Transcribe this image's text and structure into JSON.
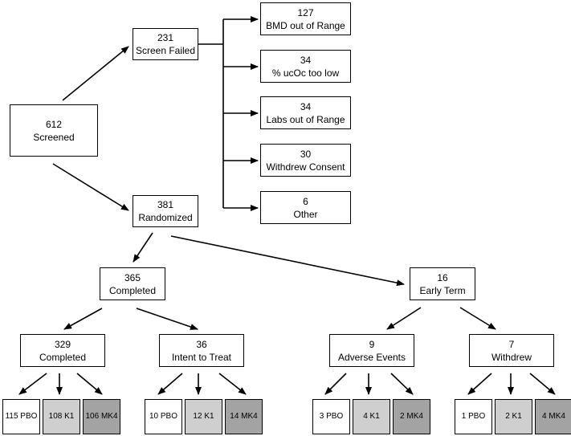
{
  "boxes": {
    "screened": {
      "number": "612",
      "label": "Screened"
    },
    "screen_failed": {
      "number": "231",
      "label": "Screen Failed"
    },
    "randomized": {
      "number": "381",
      "label": "Randomized"
    },
    "bmd": {
      "number": "127",
      "label": "BMD out of Range"
    },
    "ucoc": {
      "number": "34",
      "label": "% ucOc too low"
    },
    "labs": {
      "number": "34",
      "label": "Labs out of Range"
    },
    "withdrew_consent": {
      "number": "30",
      "label": "Withdrew Consent"
    },
    "other": {
      "number": "6",
      "label": "Other"
    },
    "completed_365": {
      "number": "365",
      "label": "Completed"
    },
    "early_term": {
      "number": "16",
      "label": "Early Term"
    },
    "completed_329": {
      "number": "329",
      "label": "Completed"
    },
    "itt": {
      "number": "36",
      "label": "Intent to Treat"
    },
    "adverse": {
      "number": "9",
      "label": "Adverse Events"
    },
    "withdrew": {
      "number": "7",
      "label": "Withdrew"
    }
  },
  "leaves": {
    "c_pbo": "115 PBO",
    "c_k1": "108 K1",
    "c_mk4": "106 MK4",
    "i_pbo": "10 PBO",
    "i_k1": "12 K1",
    "i_mk4": "14 MK4",
    "a_pbo": "3 PBO",
    "a_k1": "4 K1",
    "a_mk4": "2 MK4",
    "w_pbo": "1 PBO",
    "w_k1": "2 K1",
    "w_mk4": "4 MK4"
  },
  "colors": {
    "line": "#000000",
    "leaf_pbo": "#ffffff",
    "leaf_k1": "#cfcfcf",
    "leaf_mk4": "#a3a3a3"
  }
}
